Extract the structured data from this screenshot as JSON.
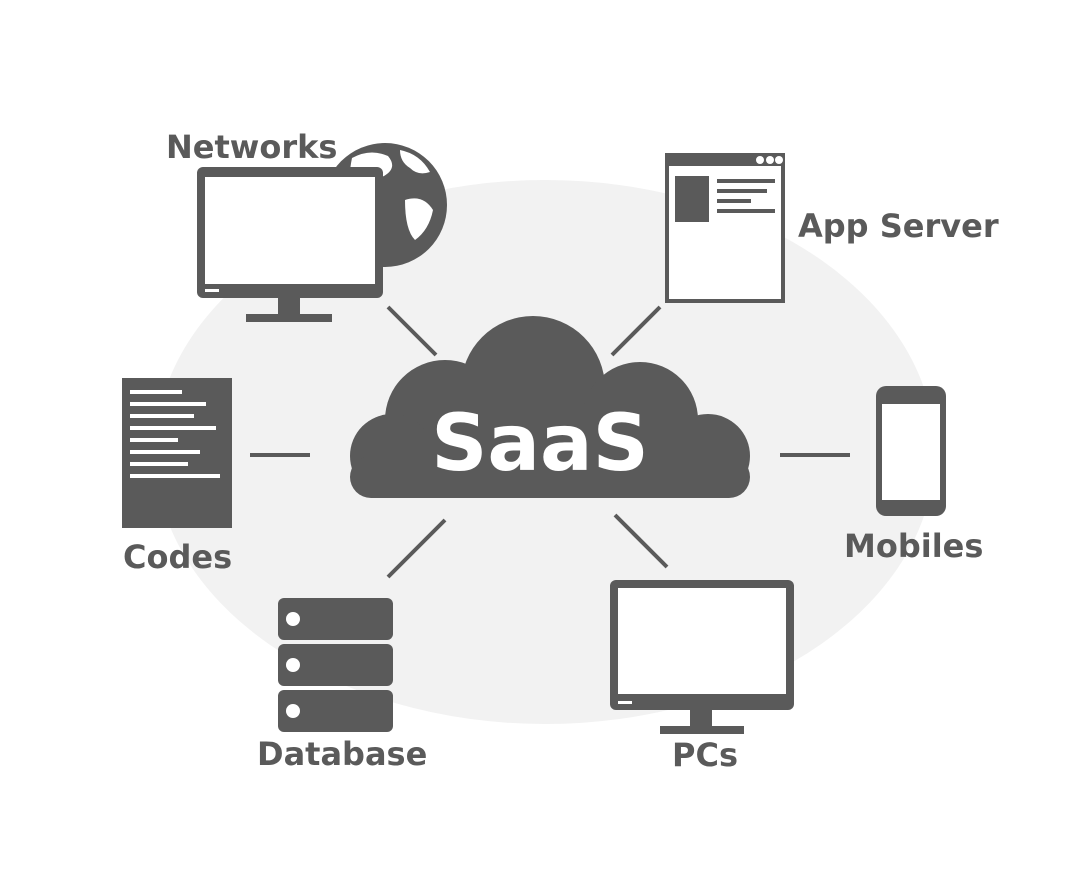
{
  "center": {
    "label": "SaaS"
  },
  "nodes": {
    "networks": {
      "label": "Networks",
      "icon": "monitor-with-globe-icon"
    },
    "app_server": {
      "label": "App Server",
      "icon": "browser-window-icon"
    },
    "codes": {
      "label": "Codes",
      "icon": "code-document-icon"
    },
    "mobiles": {
      "label": "Mobiles",
      "icon": "smartphone-icon"
    },
    "database": {
      "label": "Database",
      "icon": "database-server-icon"
    },
    "pcs": {
      "label": "PCs",
      "icon": "desktop-monitor-icon"
    }
  },
  "colors": {
    "icon": "#5a5a5a",
    "label": "#5a5a5a",
    "background_blob": "#f2f2f2",
    "cloud_text": "#ffffff"
  }
}
